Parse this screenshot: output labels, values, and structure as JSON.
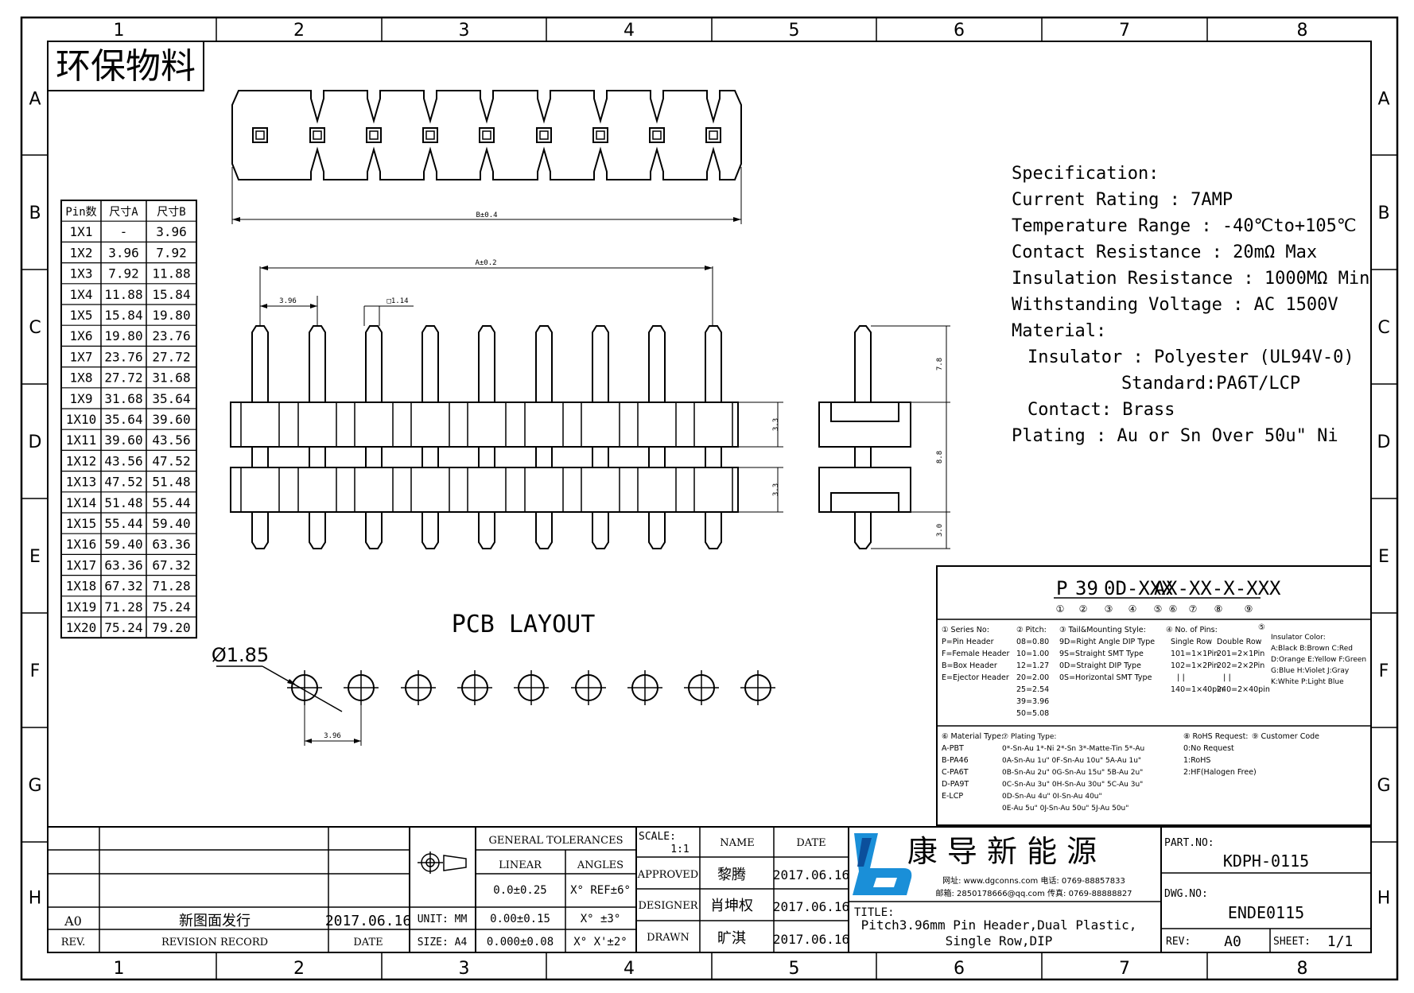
{
  "frame": {
    "columns": [
      "1",
      "2",
      "3",
      "4",
      "5",
      "6",
      "7",
      "8"
    ],
    "rows": [
      "A",
      "B",
      "C",
      "D",
      "E",
      "F",
      "G",
      "H"
    ]
  },
  "eco_label": "环保物料",
  "pin_table": {
    "headers": [
      "Pin数",
      "尺寸A",
      "尺寸B"
    ],
    "rows": [
      [
        "1X1",
        "-",
        "3.96"
      ],
      [
        "1X2",
        "3.96",
        "7.92"
      ],
      [
        "1X3",
        "7.92",
        "11.88"
      ],
      [
        "1X4",
        "11.88",
        "15.84"
      ],
      [
        "1X5",
        "15.84",
        "19.80"
      ],
      [
        "1X6",
        "19.80",
        "23.76"
      ],
      [
        "1X7",
        "23.76",
        "27.72"
      ],
      [
        "1X8",
        "27.72",
        "31.68"
      ],
      [
        "1X9",
        "31.68",
        "35.64"
      ],
      [
        "1X10",
        "35.64",
        "39.60"
      ],
      [
        "1X11",
        "39.60",
        "43.56"
      ],
      [
        "1X12",
        "43.56",
        "47.52"
      ],
      [
        "1X13",
        "47.52",
        "51.48"
      ],
      [
        "1X14",
        "51.48",
        "55.44"
      ],
      [
        "1X15",
        "55.44",
        "59.40"
      ],
      [
        "1X16",
        "59.40",
        "63.36"
      ],
      [
        "1X17",
        "63.36",
        "67.32"
      ],
      [
        "1X18",
        "67.32",
        "71.28"
      ],
      [
        "1X19",
        "71.28",
        "75.24"
      ],
      [
        "1X20",
        "75.24",
        "79.20"
      ]
    ]
  },
  "dimensions": {
    "b": "B±0.4",
    "a": "A±0.2",
    "pitch": "3.96",
    "pin_dia": "□1.14",
    "side_1": "3.3",
    "side_2": "3.3",
    "right_top": "7.8",
    "right_mid": "8.8",
    "right_bot": "3.0",
    "pcb_pitch": "3.96",
    "hole_dia": "Ø1.85"
  },
  "specification": {
    "lines": [
      "Specification:",
      "Current Rating : 7AMP",
      "Temperature Range : -40℃to+105℃",
      "Contact Resistance : 20mΩ Max",
      "Insulation Resistance : 1000MΩ Min",
      "Withstanding Voltage : AC 1500V",
      "Material:",
      "Insulator : Polyester (UL94V-0)",
      "Standard:PA6T/LCP",
      "Contact: Brass",
      "Plating : Au or Sn Over 50u\" Ni"
    ]
  },
  "pcb_layout_title": "PCB LAYOUT",
  "part_code": {
    "segments": [
      "P",
      "39",
      "0D-XXX",
      "A",
      "X-XX-X-XXX"
    ],
    "markers": [
      "①",
      "②",
      "③",
      "④",
      "⑤",
      "⑥",
      "⑦",
      "⑧",
      "⑨"
    ]
  },
  "code_legend": {
    "series": [
      "① Series No:",
      "P=Pin Header",
      "F=Female Header",
      "B=Box Header",
      "E=Ejector Header"
    ],
    "pitch": [
      "② Pitch:",
      "08=0.80",
      "10=1.00",
      "12=1.27",
      "20=2.00",
      "25=2.54",
      "39=3.96",
      "50=5.08"
    ],
    "mounting": [
      "③ Tail&Mounting Style:",
      "9D=Right Angle DIP Type",
      "9S=Straight SMT Type",
      "0D=Straight DIP Type",
      "0S=Horizontal SMT Type"
    ],
    "pins": [
      "④ No. of Pins:",
      "Single Row",
      "Double Row",
      "101=1×1Pin",
      "201=2×1Pin",
      "102=1×2Pin",
      "202=2×2Pin",
      "140=1×40pin",
      "240=2×40pin"
    ],
    "color": [
      "⑤",
      "Insulator Color:",
      "A:Black B:Brown C:Red",
      "D:Orange E:Yellow F:Green",
      "G:Blue H:Violet J:Gray",
      "K:White P:Light Blue"
    ],
    "material": [
      "⑥ Material Type:",
      "A-PBT",
      "B-PA46",
      "C-PA6T",
      "D-PA9T",
      "E-LCP"
    ],
    "plating": [
      "⑦ Plating Type:",
      "0*-Sn-Au 1*-Ni 2*-Sn 3*-Matte-Tin 5*-Au",
      "0A-Sn-Au 1u\" 0F-Sn-Au 10u\" 5A-Au 1u\"",
      "0B-Sn-Au 2u\" 0G-Sn-Au 15u\" 5B-Au 2u\"",
      "0C-Sn-Au 3u\" 0H-Sn-Au 30u\" 5C-Au 3u\"",
      "0D-Sn-Au 4u\" 0I-Sn-Au 40u\"",
      "0E-Au 5u\" 0J-Sn-Au 50u\" 5J-Au 50u\""
    ],
    "rohs": [
      "⑧ RoHS Request:",
      "0:No Request",
      "1:RoHS",
      "2:HF(Halogen Free)"
    ],
    "customer": [
      "⑨ Customer Code"
    ]
  },
  "title_block": {
    "rev_label": "REV.",
    "revision_record_label": "REVISION RECORD",
    "date_label": "DATE",
    "rev_value": "A0",
    "revision_record_value": "新图面发行",
    "date_value": "2017.06.16",
    "unit": "UNIT: MM",
    "size": "SIZE: A4",
    "general_tolerances": "GENERAL TOLERANCES",
    "linear": "LINEAR",
    "angles": "ANGLES",
    "tol_rows": [
      [
        "0.0±0.25",
        "X° REF±6°"
      ],
      [
        "0.00±0.15",
        "X° ±3°"
      ],
      [
        "0.000±0.08",
        "X° X'±2°"
      ]
    ],
    "scale_label": "SCALE:",
    "scale_value": "1:1",
    "name_label": "NAME",
    "date_col_label": "DATE",
    "approved_label": "APPROVED",
    "approved_name": "黎腾",
    "approved_date": "2017.06.16",
    "designer_label": "DESIGNER",
    "designer_name": "肖坤权",
    "designer_date": "2017.06.16",
    "drawn_label": "DRAWN",
    "drawn_name": "旷淇",
    "drawn_date": "2017.06.16",
    "company_name": "康 导 新 能 源",
    "contact_line_1": "网址: www.dgconns.com  电话: 0769-88857833",
    "contact_line_2": "邮箱: 2850178666@qq.com  传真: 0769-88888827",
    "title_label": "TITLE:",
    "title_line_1": "Pitch3.96mm Pin Header,Dual Plastic,",
    "title_line_2": "Single Row,DIP",
    "part_no_label": "PART.NO:",
    "part_no": "KDPH-0115",
    "dwg_no_label": "DWG.NO:",
    "dwg_no": "ENDE0115",
    "rev_label_2": "REV:",
    "rev_value_2": "A0",
    "sheet_label": "SHEET:",
    "sheet_value": "1/1"
  },
  "colors": {
    "line": "#000000",
    "logo_blue": "#1a8fd8",
    "logo_dark": "#0b4f9c"
  }
}
